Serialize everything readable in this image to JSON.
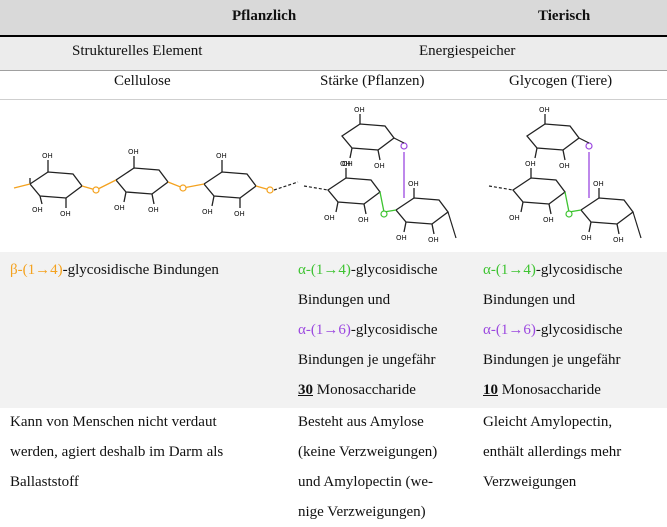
{
  "header": {
    "plant_label": "Pflanzlich",
    "animal_label": "Tierisch"
  },
  "roles": {
    "structural": "Strukturelles Element",
    "energy": "Energiespeicher"
  },
  "names": {
    "cellulose": "Cellulose",
    "starch": "Stärke (Pflanzen)",
    "glycogen": "Glycogen (Tiere)"
  },
  "bonds": {
    "cellulose": {
      "bond": "β-(1→4)",
      "suffix": "-glycosidische Bindungen"
    },
    "starch": {
      "bond1": "α-(1→4)",
      "line1_suffix": "-glycosidische",
      "line2": "Bindungen und",
      "bond2": "α-(1→6)",
      "line3_suffix": "-glycosidische",
      "line4": "Bindungen je ungefähr",
      "count": "30",
      "line5_suffix": " Monosaccharide"
    },
    "glycogen": {
      "bond1": "α-(1→4)",
      "line1_suffix": "-glycosidische",
      "line2": "Bindungen und",
      "bond2": "α-(1→6)",
      "line3_suffix": "-glycosidische",
      "line4": "Bindungen je ungefähr",
      "count": "10",
      "line5_suffix": " Monosaccharide"
    }
  },
  "notes": {
    "cellulose": [
      "Kann von Menschen nicht verdaut",
      "werden, agiert deshalb im Darm als",
      "Ballaststoff"
    ],
    "starch": [
      "Besteht aus Amylose",
      "(keine Verzweigungen)",
      "und Amylopectin (we-",
      "nige Verzweigungen)"
    ],
    "glycogen": [
      "Gleicht Amylopectin,",
      "enthält allerdings mehr",
      "Verzweigungen"
    ]
  },
  "structure_labels": {
    "hydroxyl": "OH"
  },
  "colors": {
    "beta_bond": "#f4a21f",
    "alpha14_bond": "#3ec431",
    "alpha16_bond": "#9c48e0",
    "header_bg": "#d9d9d9",
    "subheader_bg": "#ececec",
    "bond_row_bg": "#f2f2f2"
  }
}
